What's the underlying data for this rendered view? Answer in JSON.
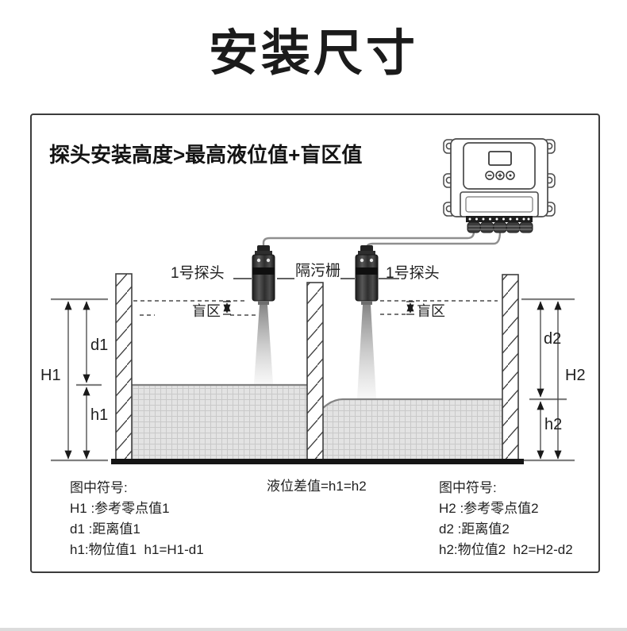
{
  "page": {
    "title": "安装尺寸"
  },
  "diagram": {
    "note": "探头安装高度>最高液位值+盲区值",
    "probe_left_label": "1号探头",
    "barrier_label": "隔污栅",
    "probe_right_label": "1号探头",
    "blind_zone_left": "盲区",
    "blind_zone_right": "盲区",
    "dims": {
      "H1": "H1",
      "d1": "d1",
      "h1": "h1",
      "H2": "H2",
      "d2": "d2",
      "h2": "h2"
    }
  },
  "legend": {
    "left": {
      "heading": "图中符号:",
      "lines": [
        "H1 :参考零点值1",
        "d1 :距离值1",
        "h1:物位值1  h1=H1-d1"
      ]
    },
    "middle": "液位差值=h1=h2",
    "right": {
      "heading": "图中符号:",
      "lines": [
        "H2 :参考零点值2",
        "d2 :距离值2",
        "h2:物位值2  h2=H2-d2"
      ]
    }
  },
  "colors": {
    "frame_border": "#3c3c3c",
    "dimension_line": "#555555",
    "dashed_level_line": "#4a4a4a",
    "wall_stroke": "#3f3f3f",
    "liquid_fill": "#e3e3e3",
    "liquid_grid": "#c9c9c9",
    "tank_floor": "#151515",
    "probe_body": "#2b2b2b",
    "cable": "#8f8f8f"
  }
}
